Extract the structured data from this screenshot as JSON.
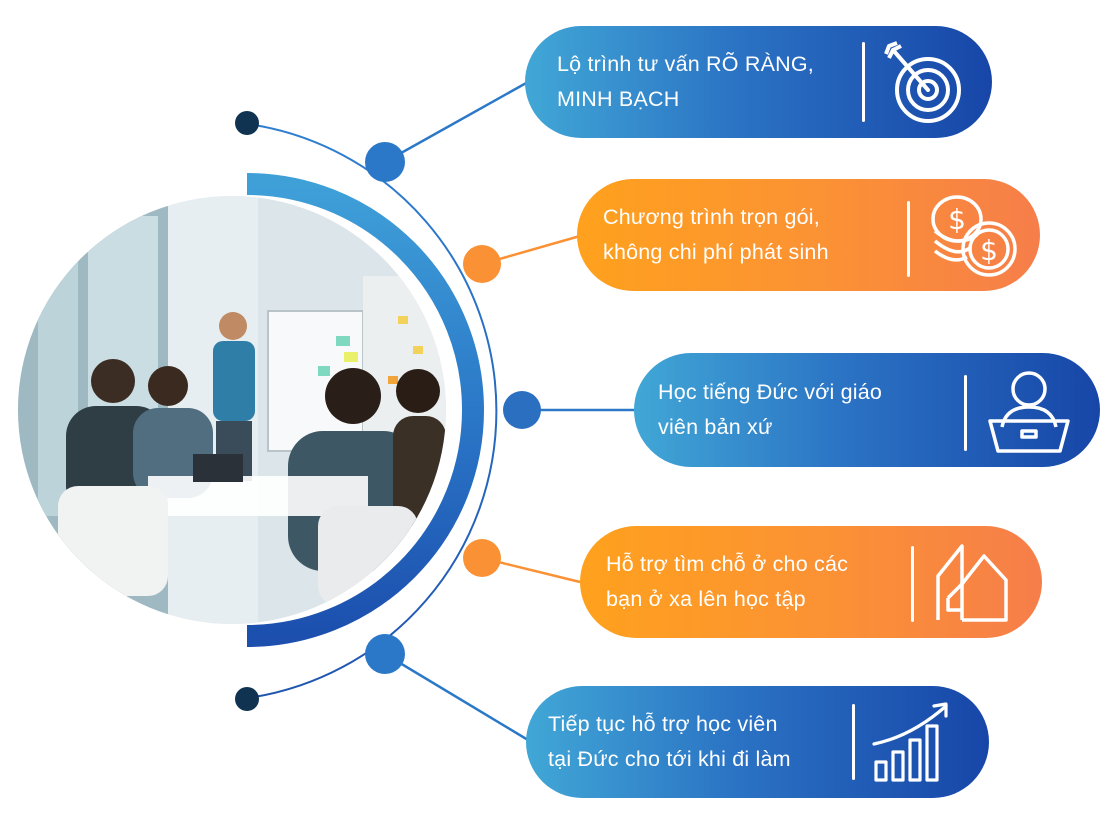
{
  "image": {
    "description": "team meeting photo"
  },
  "colors": {
    "blue_dark": "#1746a8",
    "blue_light": "#41a7d6",
    "orange": "#fb9135",
    "navy_dot": "#0f3350"
  },
  "items": [
    {
      "lines": [
        "Lộ trình tư vấn RÕ RÀNG,",
        "MINH BẠCH"
      ],
      "color": "blue",
      "icon": "target-icon"
    },
    {
      "lines": [
        "Chương trình trọn gói,",
        "không chi phí phát sinh"
      ],
      "color": "orange",
      "icon": "coins-icon"
    },
    {
      "lines": [
        "Học tiếng Đức với giáo",
        "viên bản xứ"
      ],
      "color": "blue",
      "icon": "teacher-laptop-icon"
    },
    {
      "lines": [
        "Hỗ trợ tìm chỗ ở cho các",
        "bạn ở xa lên học tập"
      ],
      "color": "orange",
      "icon": "house-icon"
    },
    {
      "lines": [
        "Tiếp tục hỗ trợ học viên",
        "tại Đức cho tới khi đi làm"
      ],
      "color": "blue",
      "icon": "growth-chart-icon"
    }
  ]
}
